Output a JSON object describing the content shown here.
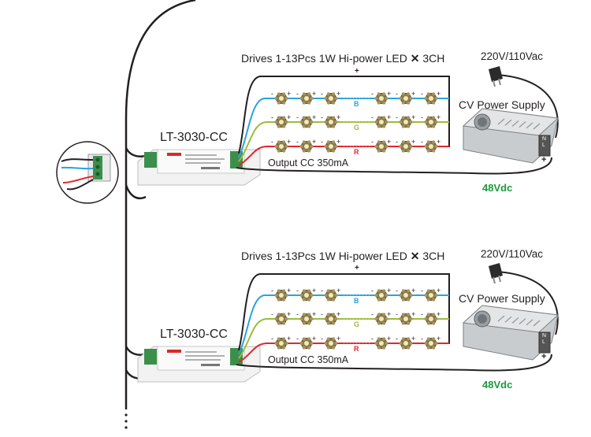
{
  "units": [
    {
      "drives_text": "Drives 1-13Pcs 1W Hi-power LED",
      "multiply_symbol": "✕",
      "channels_text": "3CH",
      "plus_sign": "+",
      "model": "LT-3030-CC",
      "output_text": "Output CC 350mA",
      "mains_text": "220V/110Vac",
      "psu_text": "CV Power Supply",
      "vdc_text": "48Vdc",
      "channel_labels": [
        "B",
        "G",
        "R"
      ]
    },
    {
      "drives_text": "Drives 1-13Pcs 1W Hi-power LED",
      "multiply_symbol": "✕",
      "channels_text": "3CH",
      "plus_sign": "+",
      "model": "LT-3030-CC",
      "output_text": "Output CC 350mA",
      "mains_text": "220V/110Vac",
      "psu_text": "CV Power Supply",
      "vdc_text": "48Vdc",
      "channel_labels": [
        "B",
        "G",
        "R"
      ]
    }
  ],
  "colors": {
    "blue_channel": "#29a3dc",
    "green_channel": "#9bbd3c",
    "red_channel": "#e3262d",
    "wire": "#231f20",
    "vdc_label": "#1a9a3c",
    "led_body": "#8a7a4a"
  },
  "icons": [
    "led-icon",
    "power-plug-icon",
    "power-supply-icon",
    "controller-icon",
    "terminal-zoom-icon"
  ]
}
